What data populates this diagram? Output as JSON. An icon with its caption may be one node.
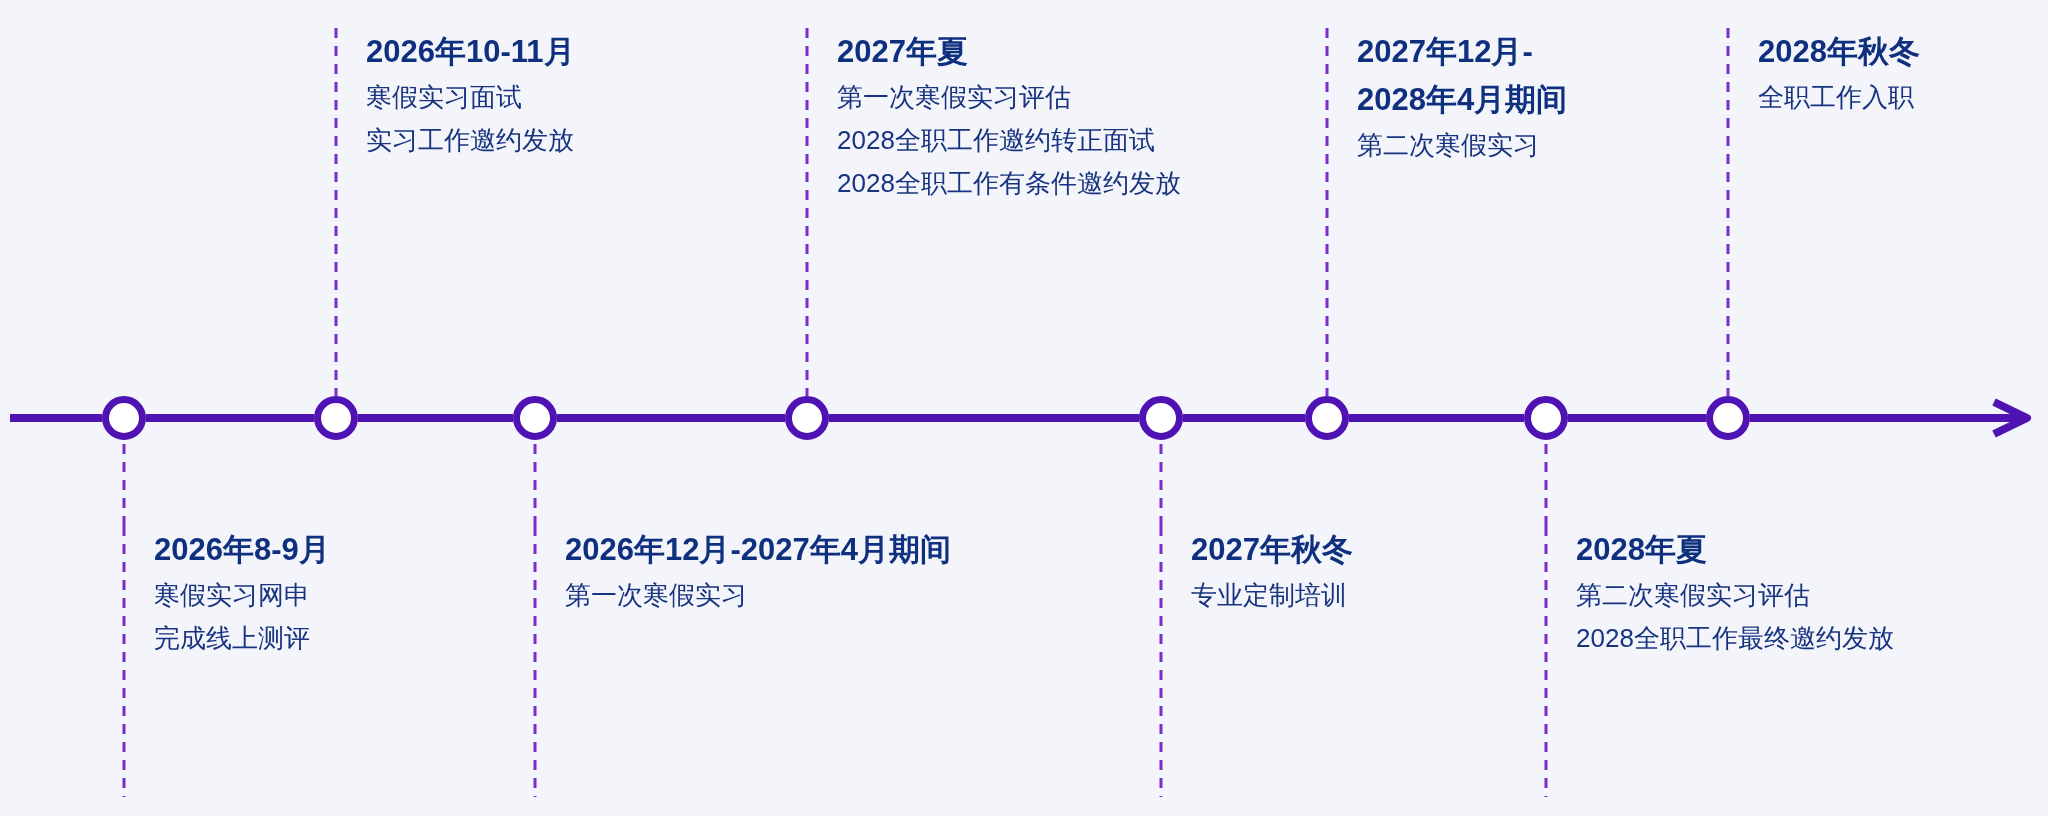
{
  "diagram": {
    "nodes": [
      {
        "text": [
          "2026年8-9月",
          "寒假实习网申",
          "完成线上测评"
        ]
      },
      {
        "text": [
          "2026年10-11月",
          "寒假实习面试",
          "实习工作邀约发放"
        ]
      },
      {
        "text": [
          "2026年12月-2027年4月期间",
          "第一次寒假实习"
        ]
      },
      {
        "text": [
          "2027年夏",
          "第一次寒假实习评估",
          "2028全职工作邀约转正面试",
          "2028全职工作有条件邀约发放"
        ]
      },
      {
        "text": [
          "2027年秋冬",
          "专业定制培训"
        ]
      },
      {
        "text": [
          "2027年12月-2028年4月期间",
          "第二次寒假实习"
        ]
      },
      {
        "text": [
          "2028年夏",
          "第二次寒假实习评估",
          "2028全职工作最终邀约发放"
        ]
      },
      {
        "text": [
          "2028年秋冬",
          "全职工作入职"
        ]
      },
      {
        "text": [],
        "shape": "circle"
      },
      {
        "text": [],
        "shape": "circle"
      },
      {
        "text": [],
        "shape": "circle"
      },
      {
        "text": [],
        "shape": "circle"
      },
      {
        "text": [],
        "shape": "circle"
      },
      {
        "text": [],
        "shape": "circle"
      },
      {
        "text": [],
        "shape": "circle"
      },
      {
        "text": [],
        "shape": "circle"
      }
    ],
    "edges": [
      {
        "from": null,
        "to": 8,
        "arrow": "none"
      },
      {
        "from": 8,
        "to": 9,
        "arrow": "none"
      },
      {
        "from": 9,
        "to": 10,
        "arrow": "none"
      },
      {
        "from": 10,
        "to": 11,
        "arrow": "none"
      },
      {
        "from": 11,
        "to": 12,
        "arrow": "none"
      },
      {
        "from": 12,
        "to": 13,
        "arrow": "none"
      },
      {
        "from": 13,
        "to": 14,
        "arrow": "none"
      },
      {
        "from": 14,
        "to": 15,
        "arrow": "none"
      },
      {
        "from": 15,
        "to": null,
        "arrow": "to"
      },
      {
        "from": 0,
        "to": 8,
        "arrow": "none",
        "style": "dashed",
        "color": "#7b2bc9"
      },
      {
        "from": 1,
        "to": 9,
        "arrow": "none",
        "style": "dashed",
        "color": "#7b2bc9"
      },
      {
        "from": 2,
        "to": 10,
        "arrow": "none",
        "style": "dashed",
        "color": "#7b2bc9"
      },
      {
        "from": 3,
        "to": 11,
        "arrow": "none",
        "style": "dashed",
        "color": "#7b2bc9"
      },
      {
        "from": 4,
        "to": 12,
        "arrow": "none",
        "style": "dashed",
        "color": "#7b2bc9"
      },
      {
        "from": 5,
        "to": 13,
        "arrow": "none",
        "style": "dashed",
        "color": "#7b2bc9"
      },
      {
        "from": 6,
        "to": 14,
        "arrow": "none",
        "style": "dashed",
        "color": "#7b2bc9"
      },
      {
        "from": 7,
        "to": 15,
        "arrow": "none",
        "style": "dashed",
        "color": "#7b2bc9"
      }
    ]
  }
}
